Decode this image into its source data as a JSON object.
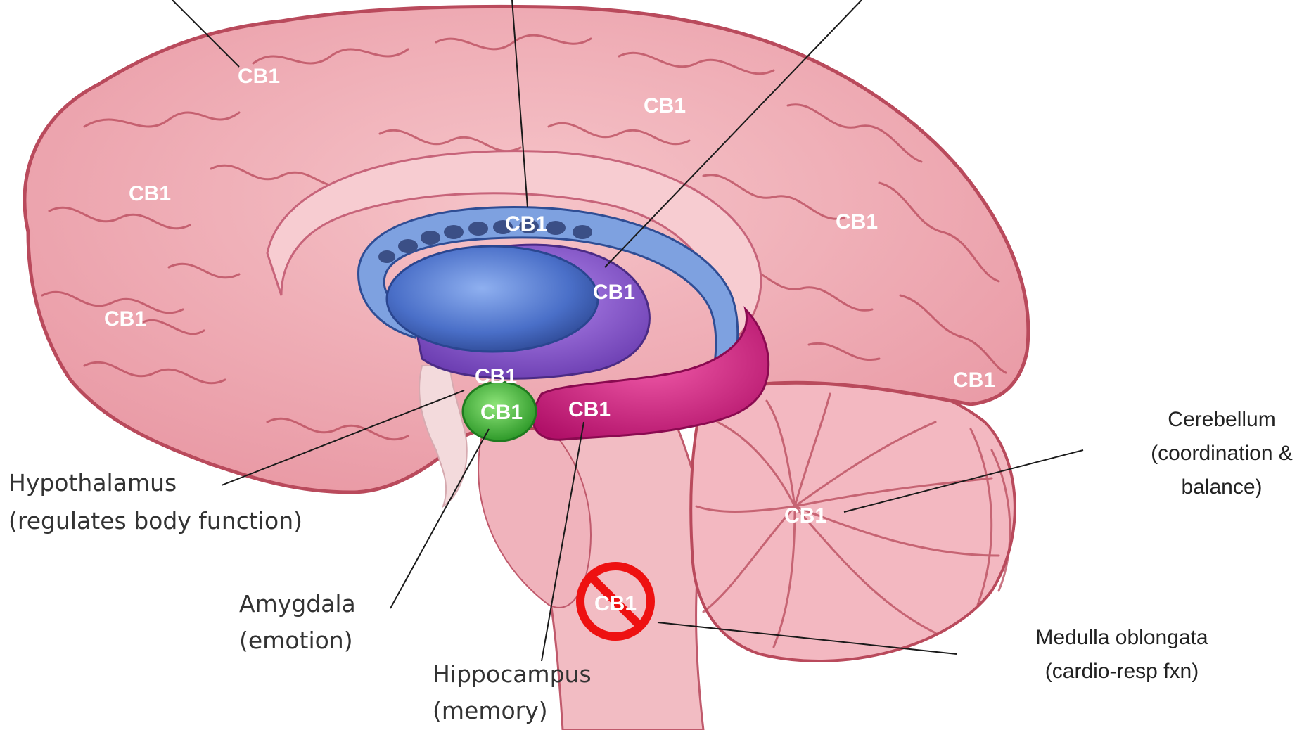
{
  "receptor_label": "CB1",
  "regions": {
    "hypothalamus": {
      "name": "Hypothalamus",
      "function": "(regulates body function)"
    },
    "amygdala": {
      "name": "Amygdala",
      "function": "(emotion)"
    },
    "hippocampus": {
      "name": "Hippocampus",
      "function": "(memory)"
    },
    "cerebellum": {
      "name": "Cerebellum",
      "function_line1": "(coordination &",
      "function_line2": "balance)"
    },
    "medulla": {
      "name": "Medulla oblongata",
      "function": "(cardio-resp  fxn)"
    }
  },
  "colors": {
    "cortex": "#eea4ae",
    "cortex_outline": "#b94a5c",
    "basal_ganglia_blue": "#5a7fd0",
    "thalamus_purple": "#8e5ad6",
    "hippocampus_magenta": "#d4207e",
    "amygdala_green": "#4cbf3e",
    "no_symbol_red": "#ee1111"
  }
}
